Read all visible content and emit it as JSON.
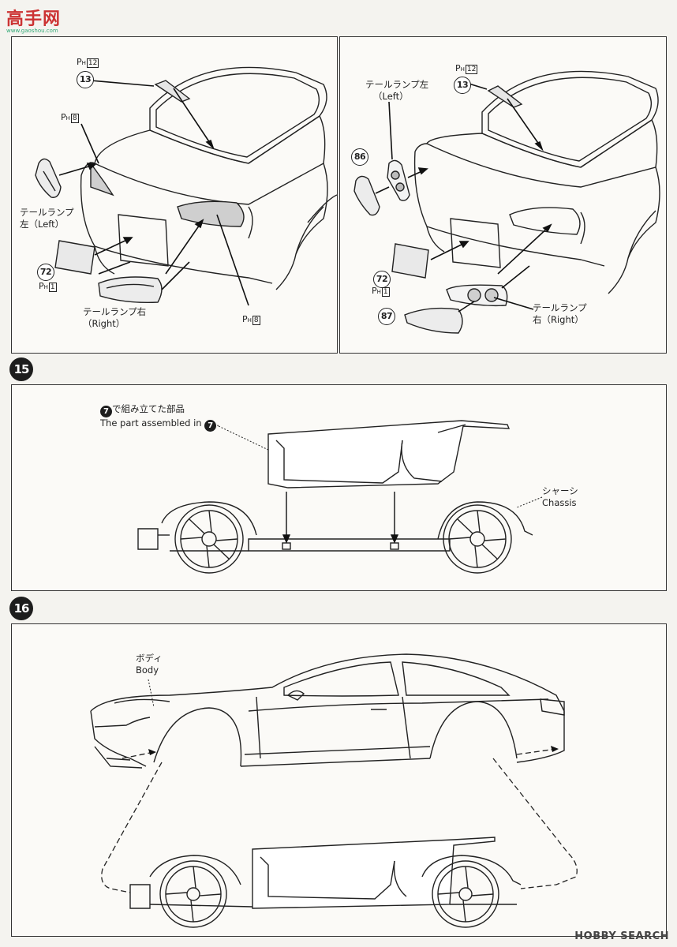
{
  "logo": {
    "title": "高手网",
    "domain": "www.gaoshou.com"
  },
  "watermark": "HOBBY SEARCH",
  "steps": {
    "s15": "15",
    "s16": "16"
  },
  "panel_left": {
    "p13": "13",
    "ph12": {
      "p": "P",
      "sub": "H",
      "box": "12"
    },
    "ph8a": {
      "p": "P",
      "sub": "H",
      "box": "8"
    },
    "ph8b": {
      "p": "P",
      "sub": "H",
      "box": "8"
    },
    "ph1": {
      "p": "P",
      "sub": "H",
      "box": "1"
    },
    "p72": "72",
    "tail_left": [
      "テールランプ",
      "左（Left）"
    ],
    "tail_right": [
      "テールランプ右",
      "（Right）"
    ]
  },
  "panel_right": {
    "p13": "13",
    "ph12": {
      "p": "P",
      "sub": "H",
      "box": "12"
    },
    "ph1": {
      "p": "P",
      "sub": "H",
      "box": "1"
    },
    "p72": "72",
    "p86": "86",
    "p87": "87",
    "tail_left": [
      "テールランプ左",
      "（Left）"
    ],
    "tail_right": [
      "テールランプ",
      "右（Right）"
    ]
  },
  "step15": {
    "assembled_jp_num": "7",
    "assembled_jp": "で組み立てた部品",
    "assembled_en": "The part assembled in",
    "assembled_en_num": "7",
    "chassis_jp": "シャーシ",
    "chassis_en": "Chassis"
  },
  "step16": {
    "body_jp": "ボディ",
    "body_en": "Body"
  }
}
